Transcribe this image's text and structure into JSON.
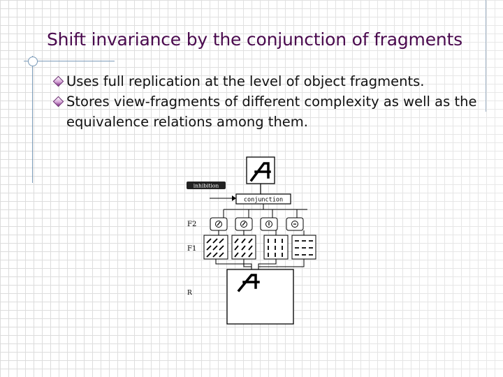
{
  "slide": {
    "title": "Shift invariance by the conjunction of fragments",
    "bullets": [
      "Uses full replication at the level of object fragments.",
      "Stores view-fragments of different complexity as well as the equivalence relations among them."
    ]
  },
  "diagram": {
    "inhibition_label": "inhibition",
    "conjunction_label": "conjunction",
    "layer_labels": {
      "f2": "F2",
      "f1": "F1",
      "r": "R"
    },
    "glyph": "A"
  },
  "colors": {
    "title": "#4a0a4e",
    "bullet_icon": "#7a2a80",
    "grid": "#dcdcdc",
    "accent_line": "#7a9ab8"
  }
}
